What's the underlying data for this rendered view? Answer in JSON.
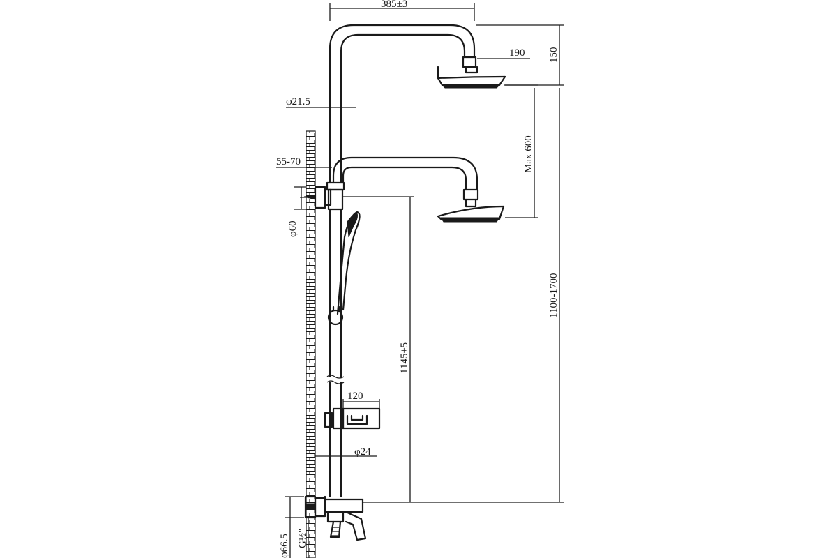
{
  "dimensions": {
    "top_width": "385±3",
    "head_diameter": "190",
    "head_height": "150",
    "pipe_diameter": "φ21.5",
    "wall_offset": "55-70",
    "max_adjust": "Max 600",
    "bracket_diameter": "φ60",
    "total_height": "1100-1700",
    "lower_height": "1145±5",
    "shelf_width": "120",
    "lower_pipe_diameter": "φ24",
    "mixer_diameter": "φ66.5",
    "thread": "G½\""
  },
  "colors": {
    "line": "#1a1a1a",
    "background": "#ffffff"
  }
}
